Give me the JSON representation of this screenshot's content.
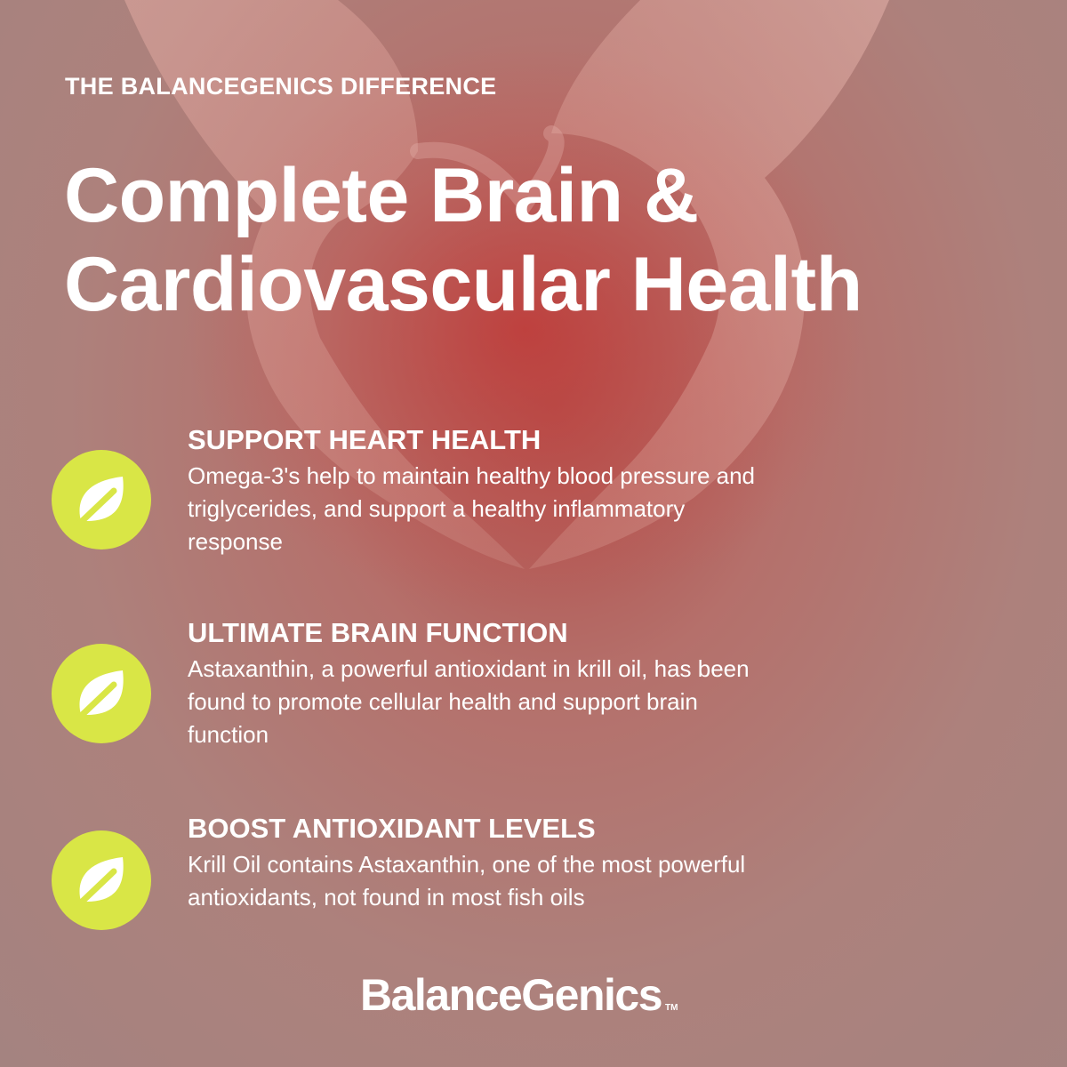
{
  "eyebrow": "THE BALANCEGENICS DIFFERENCE",
  "headline": {
    "line1": "Complete Brain &",
    "line2": "Cardiovascular Health"
  },
  "features": [
    {
      "icon": "leaf-icon",
      "title": "SUPPORT HEART HEALTH",
      "body": "Omega-3's help to maintain healthy blood pressure and triglycerides, and support a healthy inflammatory response"
    },
    {
      "icon": "leaf-icon",
      "title": "ULTIMATE BRAIN FUNCTION",
      "body": "Astaxanthin, a powerful antioxidant in krill oil, has been found to promote cellular health and support brain function"
    },
    {
      "icon": "leaf-icon",
      "title": "BOOST ANTIOXIDANT LEVELS",
      "body": "Krill Oil contains Astaxanthin, one of the most powerful antioxidants, not found in most fish oils"
    }
  ],
  "brand": {
    "name": "BalanceGenics",
    "trademark": "TM"
  },
  "colors": {
    "accent": "#d9e646",
    "text": "#ffffff",
    "background": "#ad817c"
  }
}
